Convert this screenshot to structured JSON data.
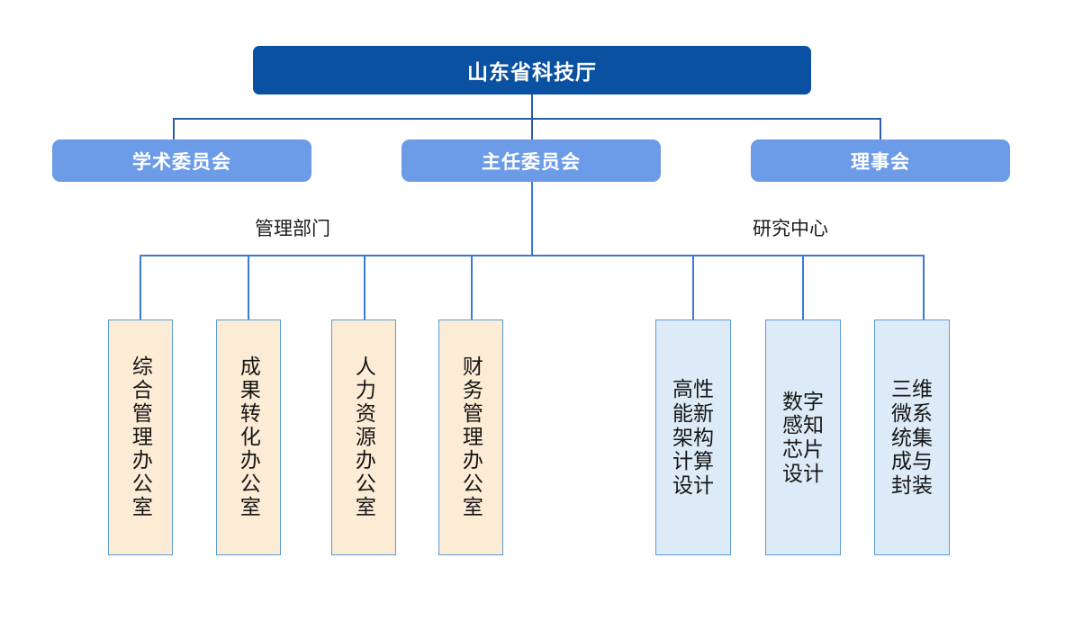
{
  "diagram": {
    "title_text": "山东省科技厅",
    "root": {
      "label": "山东省科技厅",
      "fill": "#0A51A1",
      "text_color": "#ffffff"
    },
    "committees": [
      {
        "label": "学术委员会",
        "fill": "#6C9BE8"
      },
      {
        "label": "主任委员会",
        "fill": "#6C9BE8"
      },
      {
        "label": "理事会",
        "fill": "#6C9BE8"
      }
    ],
    "groups": [
      {
        "label": "管理部门"
      },
      {
        "label": "研究中心"
      }
    ],
    "admin_units": [
      {
        "label": "综合管理办公室"
      },
      {
        "label": "成果转化办公室"
      },
      {
        "label": "人力资源办公室"
      },
      {
        "label": "财务管理办公室"
      }
    ],
    "research_units": [
      {
        "label": "高性能新架构计算设计"
      },
      {
        "label": "数字感知芯片设计"
      },
      {
        "label": "三维微系统集成与封装"
      }
    ],
    "colors": {
      "root_fill": "#0A51A1",
      "committee_fill": "#6C9BE8",
      "admin_fill": "#FCEBD5",
      "research_fill": "#DCEBF7",
      "box_border": "#5B9BD5",
      "connector": "#3A7BD0",
      "connector_dark": "#2D5EA8",
      "background": "#FFFFFF"
    }
  }
}
